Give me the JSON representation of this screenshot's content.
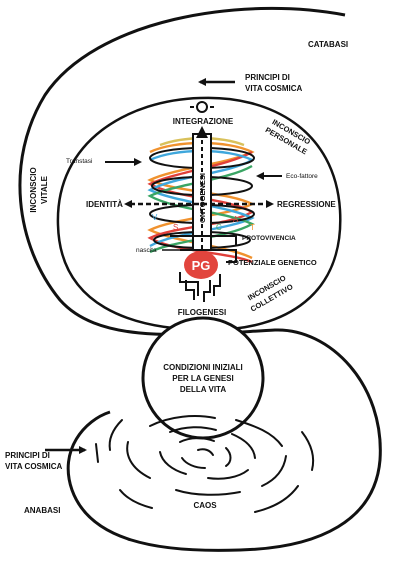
{
  "colors": {
    "line": "#111111",
    "helix_orange": "#f0922e",
    "helix_red": "#e0403a",
    "helix_blue": "#3fa7dc",
    "helix_green": "#3aa564",
    "helix_tan": "#d9c15b",
    "pg_fill": "#e2453d"
  },
  "labels": {
    "catabasi": "CATABASI",
    "principi_top_1": "PRINCIPI DI",
    "principi_top_2": "VITA COSMICA",
    "integrazione": "INTEGRAZIONE",
    "inconscio_personale_1": "INCONSCIO",
    "inconscio_personale_2": "PERSONALE",
    "transtasi": "Transtasi",
    "eco_fattore": "Eco-fattore",
    "inconscio_vitale_1": "INCONSCIO",
    "inconscio_vitale_2": "VITALE",
    "identita": "IDENTITÀ",
    "ontogenesi": "ONTOGENESI",
    "regressione": "REGRESSIONE",
    "letter_v": "V",
    "letter_s": "S",
    "letter_c": "C",
    "letter_a": "A",
    "letter_t": "T",
    "protovivencia": "PROTOVIVENCIA",
    "nascita": "nascita",
    "pg": "PG",
    "potenziale_genetico": "POTENZIALE GENETICO",
    "inconscio_collettivo_1": "INCONSCIO",
    "inconscio_collettivo_2": "COLLETTIVO",
    "filogenesi": "FILOGENESI",
    "condizioni_1": "CONDIZIONI INIZIALI",
    "condizioni_2": "PER LA GENESI",
    "condizioni_3": "DELLA VITA",
    "principi_bottom_1": "PRINCIPI DI",
    "principi_bottom_2": "VITA COSMICA",
    "anabasi": "ANABASI",
    "caos": "CAOS"
  }
}
